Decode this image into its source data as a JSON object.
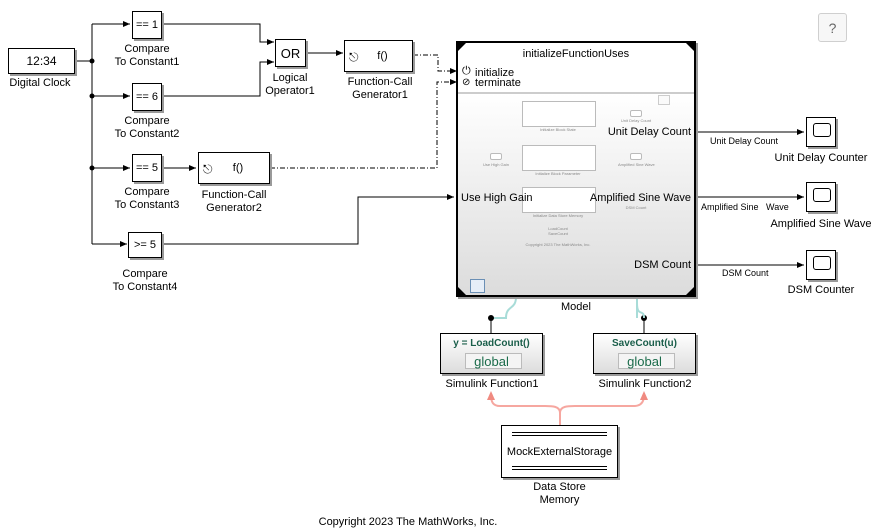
{
  "help_label": "?",
  "blocks": {
    "digital_clock": {
      "value": "12:34",
      "label": "Digital Clock"
    },
    "compare1": {
      "op": "== 1",
      "label": "Compare\nTo Constant1"
    },
    "compare2": {
      "op": "== 6",
      "label": "Compare\nTo Constant2"
    },
    "compare3": {
      "op": "== 5",
      "label": "Compare\nTo Constant3"
    },
    "compare4": {
      "op": ">= 5",
      "label": "Compare\nTo Constant4"
    },
    "logical": {
      "op": "OR",
      "label": "Logical\nOperator1"
    },
    "fcg1": {
      "text": "f()",
      "label": "Function-Call\nGenerator1"
    },
    "fcg2": {
      "text": "f()",
      "label": "Function-Call\nGenerator2"
    },
    "scope1": {
      "label": "Unit Delay Counter"
    },
    "scope2": {
      "label": "Amplified Sine Wave"
    },
    "scope3": {
      "label": "DSM Counter"
    },
    "dsm": {
      "text": "MockExternalStorage",
      "label": "Data Store\nMemory"
    }
  },
  "model": {
    "title": "initializeFunctionUses",
    "label": "Model",
    "ports": {
      "initialize": "initialize",
      "terminate": "terminate",
      "use_high_gain": "Use High Gain",
      "unit_delay_count": "Unit Delay Count",
      "amplified_sine_wave": "Amplified Sine Wave",
      "dsm_count": "DSM Count"
    },
    "preview": {
      "init_block_state": "Initialize Block State",
      "init_block_param": "Initialize Block Parameter",
      "init_dsm": "Initialize Data Store Memory",
      "unit_delay_count": "Unit Delay Count",
      "use_high_gain": "Use High Gain",
      "amplified_sine_wave": "Amplified Sine Wave",
      "dsm_count": "DSM Count",
      "load_count": "LoadCount",
      "save_count": "SaveCount",
      "copyright": "Copyright 2023 The MathWorks, Inc."
    }
  },
  "simulink_functions": [
    {
      "signature": "y = LoadCount()",
      "scope": "global",
      "label": "Simulink Function1"
    },
    {
      "signature": "SaveCount(u)",
      "scope": "global",
      "label": "Simulink Function2"
    }
  ],
  "signals": {
    "unit_delay_count": "Unit Delay Count",
    "amplified_sine_wave": "Amplified Sine   Wave",
    "dsm_count": "DSM Count"
  },
  "copyright": "Copyright 2023 The MathWorks, Inc."
}
